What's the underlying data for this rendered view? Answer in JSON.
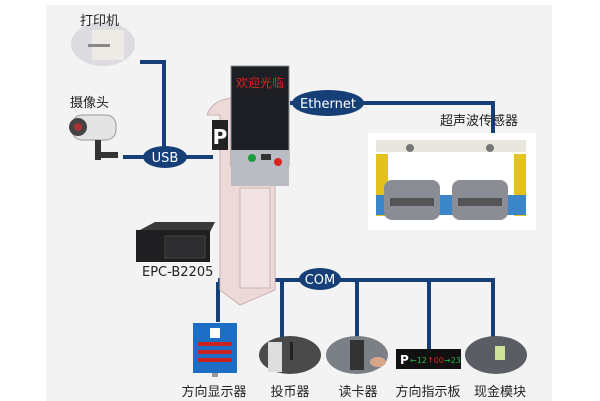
{
  "devices": {
    "printer": "打印机",
    "camera": "摄像头",
    "ultrasonic_sensor": "超声波传感器",
    "controller": "EPC-B2205",
    "direction_display": "方向显示器",
    "coin_acceptor": "投币器",
    "card_reader": "读卡器",
    "direction_board": "方向指示板",
    "cash_module": "现金模块"
  },
  "interfaces": {
    "usb": "USB",
    "ethernet": "Ethernet",
    "com": "COM"
  },
  "kiosk": {
    "led_text": "欢迎光临",
    "parking_sign": "P"
  },
  "direction_board_text": {
    "sign": "P",
    "left": "←12",
    "mid": "↑00",
    "right": "→23"
  },
  "colors": {
    "line": "#163f78",
    "background": "#f3f3f3",
    "led": "#e0201a"
  }
}
